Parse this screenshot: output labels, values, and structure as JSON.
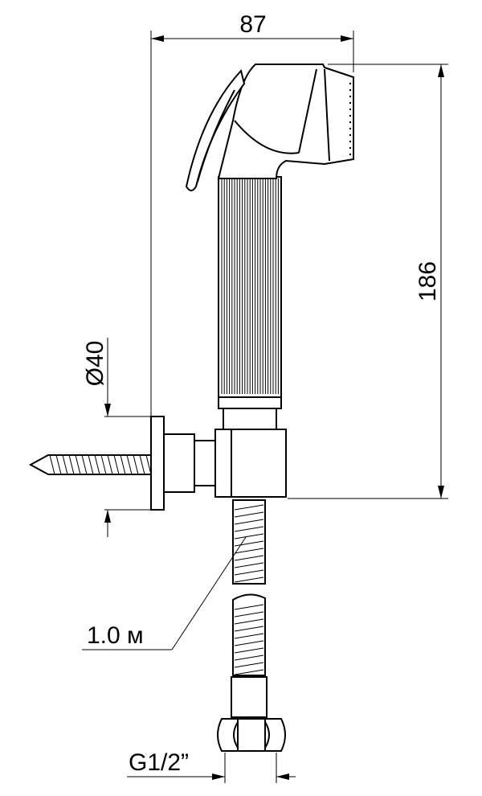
{
  "dimensions": {
    "width_label": "87",
    "height_label": "186",
    "diameter_label": "Ø40",
    "hose_length_label": "1.0 м",
    "thread_label": "G1/2”"
  }
}
